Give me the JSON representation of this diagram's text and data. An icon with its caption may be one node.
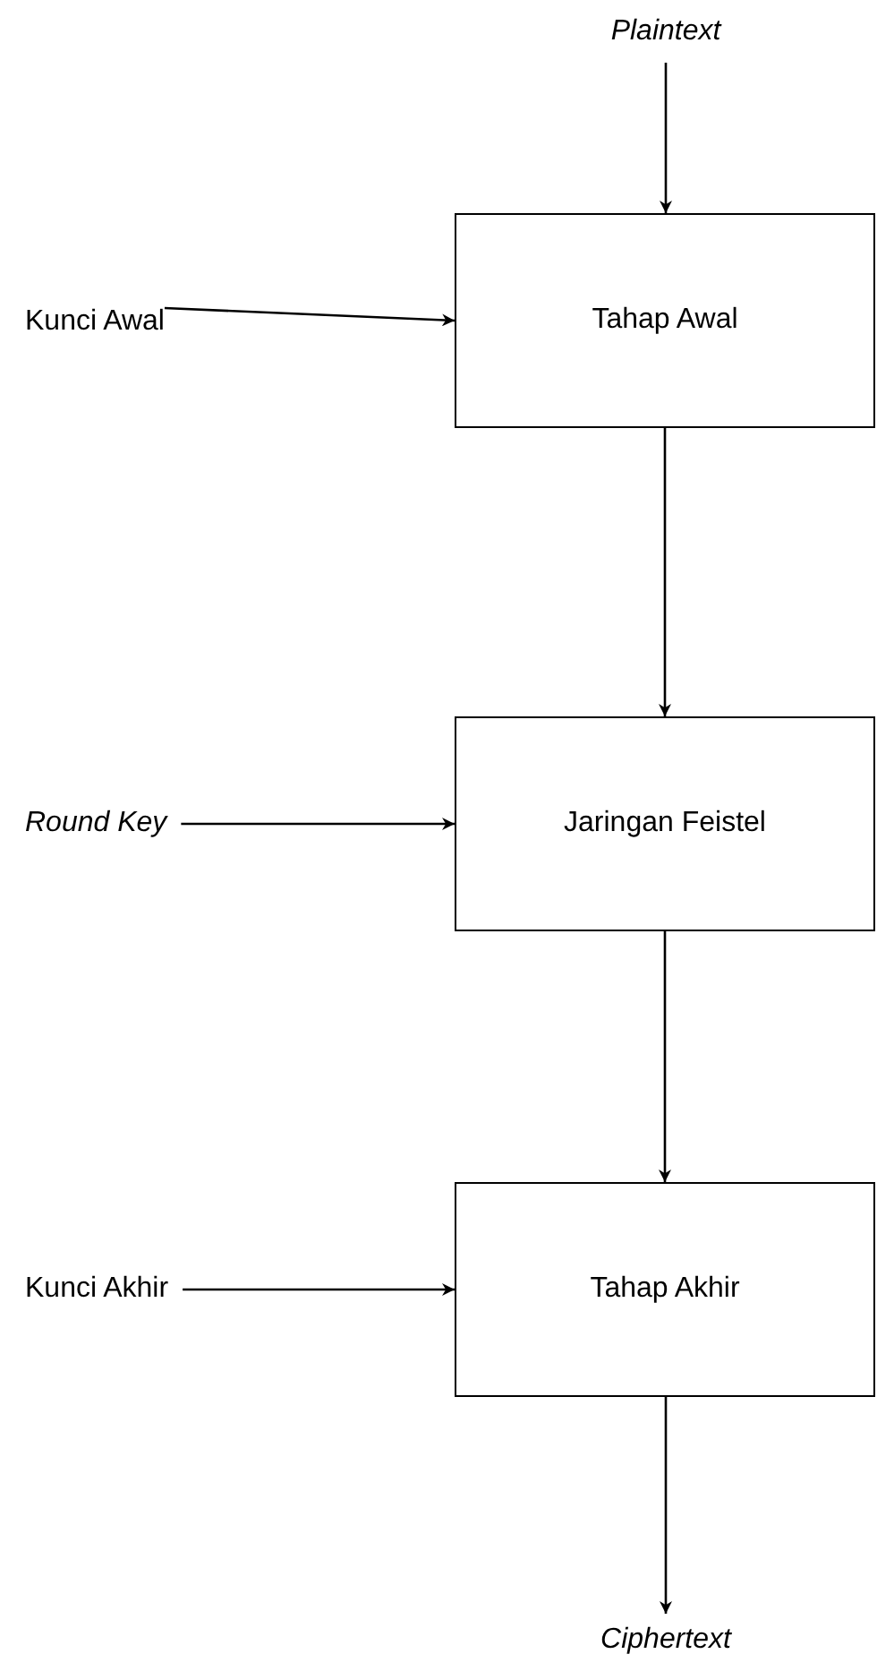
{
  "diagram": {
    "nodes": [
      {
        "text": [
          "Plaintext"
        ]
      },
      {
        "text": [
          "Kunci Awal"
        ]
      },
      {
        "text": [
          "Tahap Awal"
        ]
      },
      {
        "text": [
          "Round Key"
        ]
      },
      {
        "text": [
          "Jaringan Feistel"
        ]
      },
      {
        "text": [
          "Kunci Akhir"
        ]
      },
      {
        "text": [
          "Tahap Akhir"
        ]
      },
      {
        "text": [
          "Ciphertext"
        ]
      }
    ],
    "edges": [
      {
        "from": 0,
        "to": 2,
        "arrow": "to"
      },
      {
        "from": 1,
        "to": 2,
        "arrow": "to"
      },
      {
        "from": 2,
        "to": 4,
        "arrow": "to"
      },
      {
        "from": 3,
        "to": 4,
        "arrow": "to"
      },
      {
        "from": 4,
        "to": 6,
        "arrow": "to"
      },
      {
        "from": 5,
        "to": 6,
        "arrow": "to"
      },
      {
        "from": 6,
        "to": 7,
        "arrow": "to"
      }
    ]
  }
}
